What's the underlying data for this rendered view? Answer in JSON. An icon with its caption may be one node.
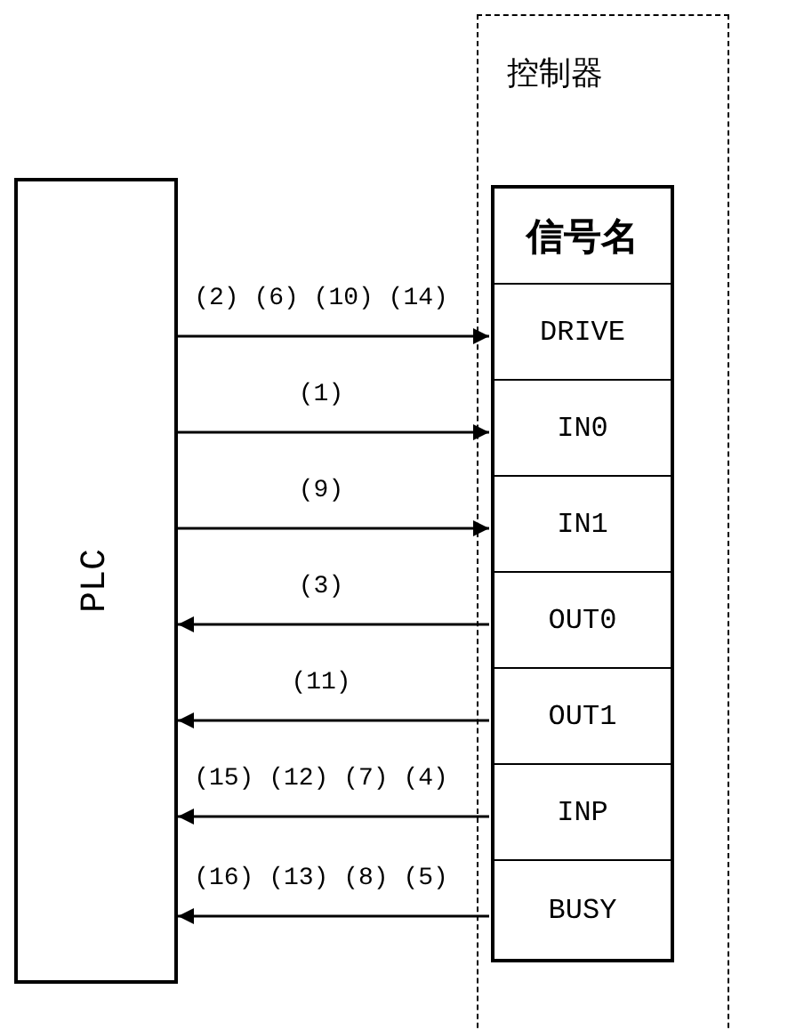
{
  "diagram": {
    "nodes": [
      {
        "text": [
          "控制器"
        ]
      },
      {
        "text": [
          "PLC"
        ]
      },
      {
        "text": [
          "信号名"
        ],
        "in": 0
      },
      {
        "text": [
          "DRIVE"
        ],
        "in": 0
      },
      {
        "text": [
          "IN0"
        ],
        "in": 0
      },
      {
        "text": [
          "IN1"
        ],
        "in": 0
      },
      {
        "text": [
          "OUT0"
        ],
        "in": 0
      },
      {
        "text": [
          "OUT1"
        ],
        "in": 0
      },
      {
        "text": [
          "INP"
        ],
        "in": 0
      },
      {
        "text": [
          "BUSY"
        ],
        "in": 0
      }
    ],
    "edges": [
      {
        "from": 1,
        "to": 3,
        "arrow": "to",
        "label": "(2) (6) (10) (14)"
      },
      {
        "from": 1,
        "to": 4,
        "arrow": "to",
        "label": "(1)"
      },
      {
        "from": 1,
        "to": 5,
        "arrow": "to",
        "label": "(9)"
      },
      {
        "from": 6,
        "to": 1,
        "arrow": "to",
        "label": "(3)"
      },
      {
        "from": 7,
        "to": 1,
        "arrow": "to",
        "label": "(11)"
      },
      {
        "from": 8,
        "to": 1,
        "arrow": "to",
        "label": "(15) (12) (7) (4)"
      },
      {
        "from": 9,
        "to": 1,
        "arrow": "to",
        "label": "(16) (13) (8) (5)"
      }
    ]
  }
}
